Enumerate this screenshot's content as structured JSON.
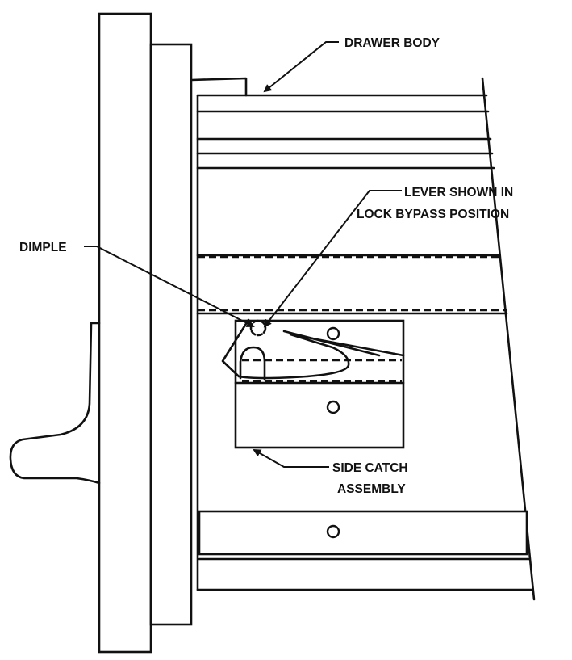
{
  "labels": {
    "drawer_body": "DRAWER BODY",
    "lever_line1": "LEVER SHOWN IN",
    "lever_line2": "LOCK BYPASS POSITION",
    "dimple": "DIMPLE",
    "side_catch_line1": "SIDE CATCH",
    "side_catch_line2": "ASSEMBLY"
  },
  "colors": {
    "ink": "#111111",
    "background": "#ffffff"
  }
}
